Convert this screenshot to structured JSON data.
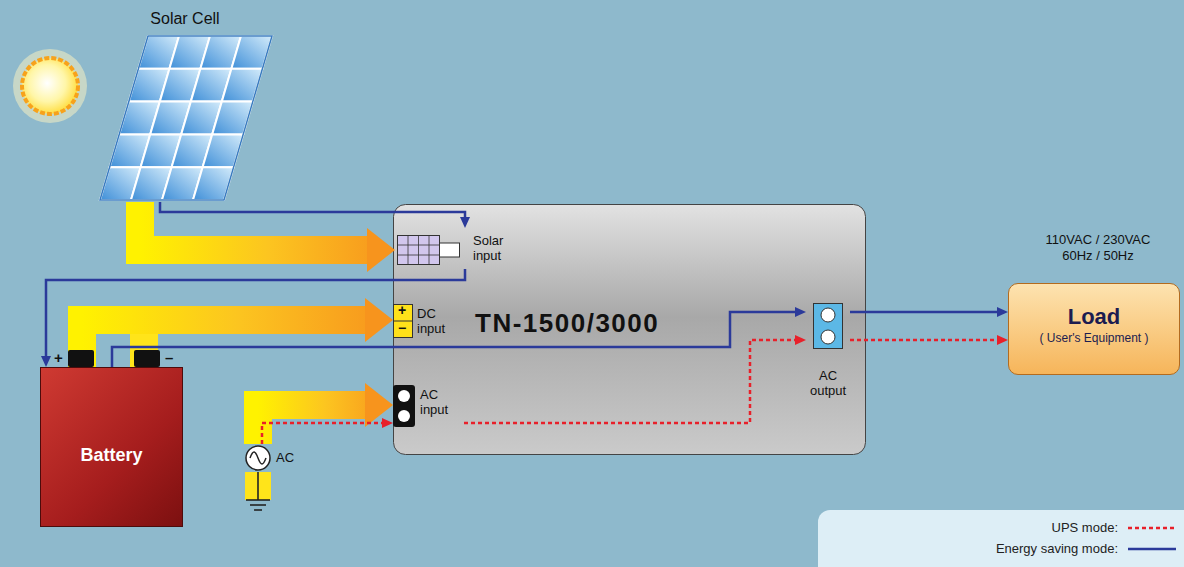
{
  "diagram": {
    "nodes": [
      {
        "text": [
          "Solar Cell"
        ]
      },
      {
        "text": [
          "Battery"
        ]
      },
      {
        "text": [
          "AC"
        ]
      },
      {
        "text": [
          "TN-1500/3000"
        ]
      },
      {
        "text": [
          "Solar input"
        ],
        "in": 3
      },
      {
        "text": [
          "DC input"
        ],
        "in": 3
      },
      {
        "text": [
          "AC input"
        ],
        "in": 3
      },
      {
        "text": [
          "AC output"
        ],
        "in": 3
      },
      {
        "text": [
          "Load",
          "( User's Equipment )"
        ]
      }
    ],
    "edges": [
      {
        "from": 0,
        "to": 4,
        "arrow": "to"
      },
      {
        "from": 1,
        "to": 5,
        "arrow": "to"
      },
      {
        "from": 2,
        "to": 6,
        "arrow": "to"
      },
      {
        "from": 0,
        "to": 4,
        "arrow": "to"
      },
      {
        "from": 4,
        "to": 1,
        "arrow": "to"
      },
      {
        "from": 1,
        "to": 7,
        "arrow": "to"
      },
      {
        "from": 2,
        "to": 6,
        "arrow": "to"
      },
      {
        "from": 6,
        "to": 7,
        "arrow": "to"
      },
      {
        "from": 7,
        "to": 8,
        "arrow": "to"
      },
      {
        "from": 7,
        "to": 8,
        "arrow": "to"
      }
    ],
    "labels": [
      "110VAC / 230VAC 60Hz / 50Hz",
      "+",
      "−",
      "+",
      "–"
    ],
    "legend": [
      {
        "text": "UPS mode:"
      },
      {
        "text": "Energy saving mode:"
      }
    ]
  }
}
